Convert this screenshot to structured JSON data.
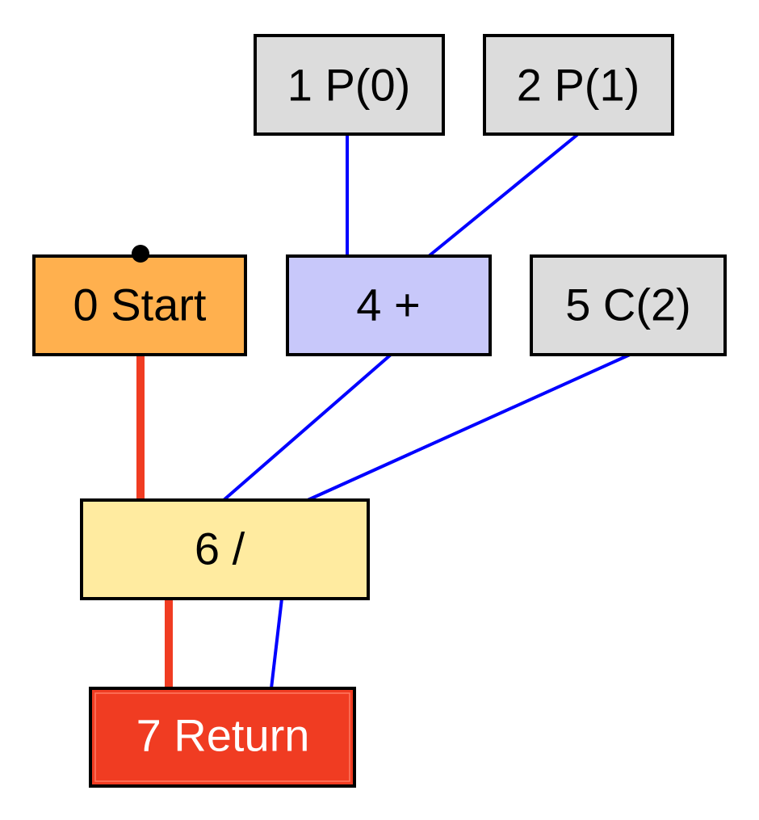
{
  "graph": {
    "nodes": [
      {
        "id": "n1",
        "label": "1 P(0)",
        "fill": "#dcdcdc",
        "text_color": "#000000"
      },
      {
        "id": "n2",
        "label": "2 P(1)",
        "fill": "#dcdcdc",
        "text_color": "#000000"
      },
      {
        "id": "n0",
        "label": "0 Start",
        "fill": "#ffb04e",
        "text_color": "#000000"
      },
      {
        "id": "n4",
        "label": "4 +",
        "fill": "#c8c8fa",
        "text_color": "#000000"
      },
      {
        "id": "n5",
        "label": "5 C(2)",
        "fill": "#dcdcdc",
        "text_color": "#000000"
      },
      {
        "id": "n6",
        "label": "6 /",
        "fill": "#ffeba0",
        "text_color": "#000000"
      },
      {
        "id": "n7",
        "label": "7 Return",
        "fill": "#f03c22",
        "text_color": "#ffffff"
      }
    ],
    "edges": [
      {
        "from": "n1",
        "to": "n4",
        "kind": "value",
        "color": "#0000ff"
      },
      {
        "from": "n2",
        "to": "n4",
        "kind": "value",
        "color": "#0000ff"
      },
      {
        "from": "n0",
        "to": "n6",
        "kind": "control",
        "color": "#f03c22"
      },
      {
        "from": "n4",
        "to": "n6",
        "kind": "value",
        "color": "#0000ff"
      },
      {
        "from": "n5",
        "to": "n6",
        "kind": "value",
        "color": "#0000ff"
      },
      {
        "from": "n6",
        "to": "n7",
        "kind": "control",
        "color": "#f03c22"
      },
      {
        "from": "n6",
        "to": "n7",
        "kind": "value",
        "color": "#0000ff"
      }
    ]
  }
}
